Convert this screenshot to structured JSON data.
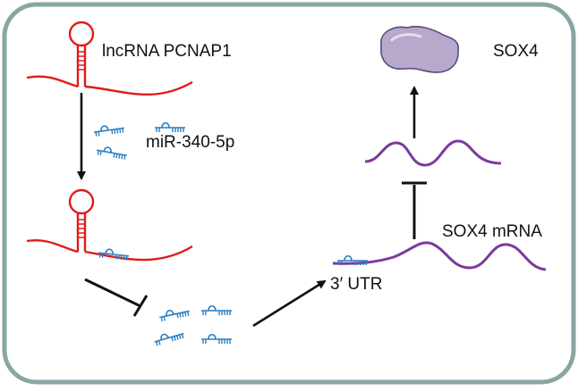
{
  "labels": {
    "lncrna": "lncRNA PCNAP1",
    "mirna": "miR-340-5p",
    "protein": "SOX4",
    "mrna": "SOX4 mRNA",
    "utr": "3′ UTR"
  },
  "colors": {
    "frame": "#8aa5a3",
    "lncrna": "#e01b1b",
    "mirna": "#2d7fc0",
    "mrna": "#7a3b9e",
    "protein_fill": "#b6a9cc",
    "protein_stroke": "#5b4a7a",
    "arrow": "#111111"
  },
  "icons": {
    "protein": "protein-blob-icon",
    "mirna": "mirna-hairpin-icon",
    "lncrna": "stem-loop-rna-icon"
  }
}
